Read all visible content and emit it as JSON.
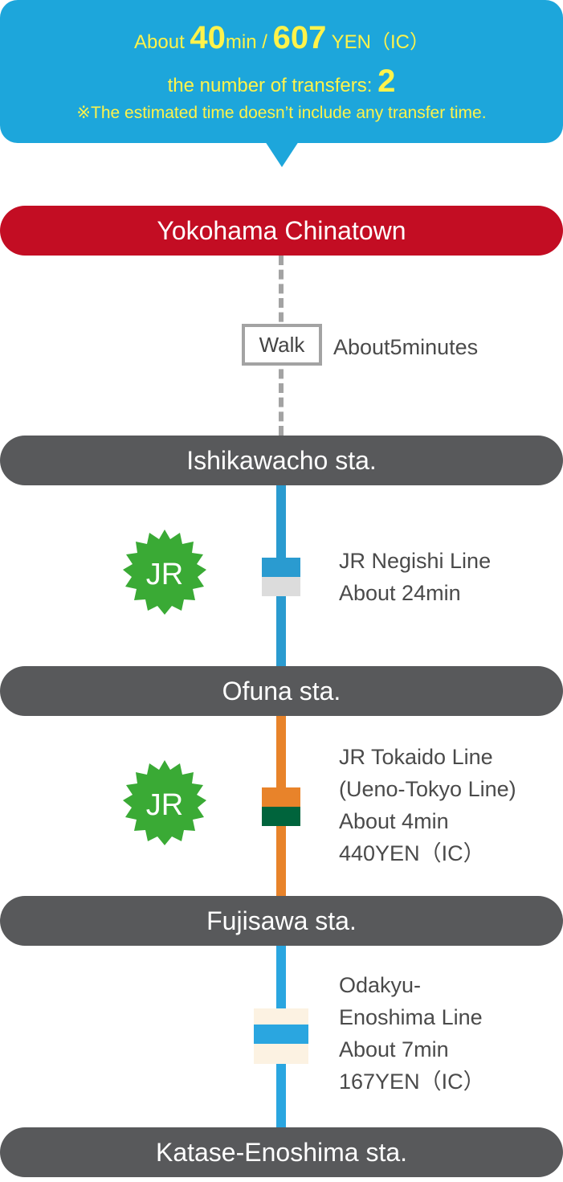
{
  "summary": {
    "about_label": "About",
    "minutes": "40",
    "min_unit": "min",
    "separator": "/",
    "fare": "607",
    "fare_unit": "YEN（IC）",
    "transfers_label": "the number of transfers:",
    "transfers": "2",
    "note": "※The estimated time doesn’t include any transfer time."
  },
  "route": {
    "origin": "Yokohama Chinatown",
    "walk": {
      "badge": "Walk",
      "text": "About5minutes"
    },
    "stations": [
      "Ishikawacho sta.",
      "Ofuna sta.",
      "Fujisawa sta.",
      "Katase-Enoshima sta."
    ],
    "segments": [
      {
        "operator_logo": "JR",
        "lines": [
          "JR Negishi Line",
          "About 24min"
        ]
      },
      {
        "operator_logo": "JR",
        "lines": [
          "JR Tokaido Line",
          "(Ueno-Tokyo Line)",
          "About 4min",
          "440YEN（IC）"
        ]
      },
      {
        "operator_logo": "",
        "lines": [
          "Odakyu-",
          "Enoshima Line",
          "About 7min",
          "167YEN（IC）"
        ]
      }
    ]
  },
  "colors": {
    "bubble": "#1da6db",
    "summary_text": "#fff34a",
    "origin": "#c30d23",
    "station": "#58595b",
    "jr_green": "#3aaa35",
    "negishi": "#2a9bd0",
    "tokaido_orange": "#e8832a",
    "tokaido_green": "#00643c",
    "odakyu_blue": "#2aa6e0",
    "odakyu_cream": "#fcf2e2"
  }
}
